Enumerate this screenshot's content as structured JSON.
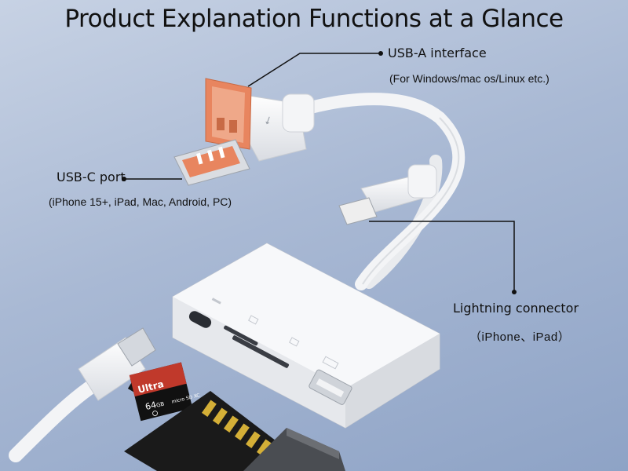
{
  "title": "Product Explanation Functions at a Glance",
  "callouts": {
    "usb_a": {
      "label": "USB-A interface",
      "detail": "(For Windows/mac os/Linux etc.)"
    },
    "usb_c": {
      "label": "USB-C port",
      "detail": "(iPhone 15+, iPad, Mac, Android, PC)"
    },
    "lightning": {
      "label": "Lightning connector",
      "detail": "（iPhone、iPad）"
    }
  },
  "microsd_card": {
    "brand": "Ultra",
    "capacity": "64",
    "capacity_unit": "GB",
    "type": "micro SD XC",
    "class_mark": "10"
  },
  "colors": {
    "background": "#a9b9d4",
    "connector_orange": "#e8855f",
    "device_white": "#f2f3f5",
    "sd_card": "#1a1a1a"
  }
}
